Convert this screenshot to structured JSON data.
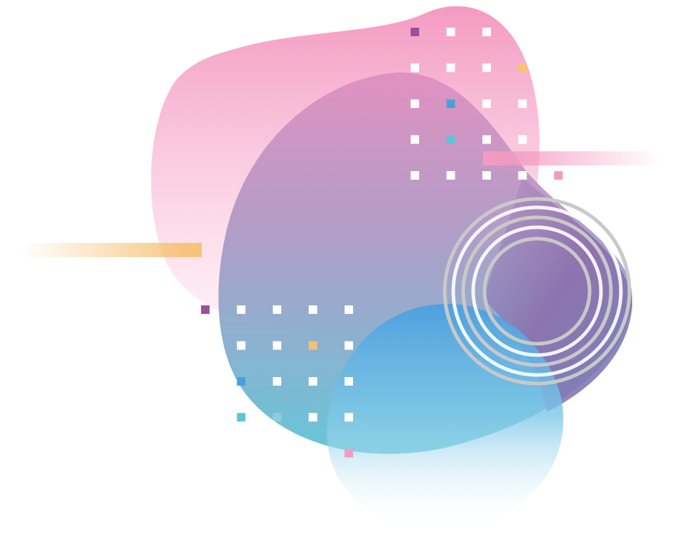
{
  "palette": {
    "pink": "#f49ac1",
    "pink_light": "#fde3ef",
    "purple": "#9b4f9f",
    "purple_mid": "#b98fc2",
    "violet": "#8a6aaa",
    "teal": "#5ec3d6",
    "blue": "#4a9fe0",
    "sky": "#7ec8e8",
    "orange": "#f7c274",
    "white": "#ffffff",
    "ring_gray": "#c9c9c9"
  },
  "decorations": [
    "pink-blob",
    "purple-teal-blob",
    "blue-blob",
    "concentric-rings",
    "dot-grid-top",
    "dot-grid-bottom",
    "orange-streak",
    "pink-streak"
  ]
}
